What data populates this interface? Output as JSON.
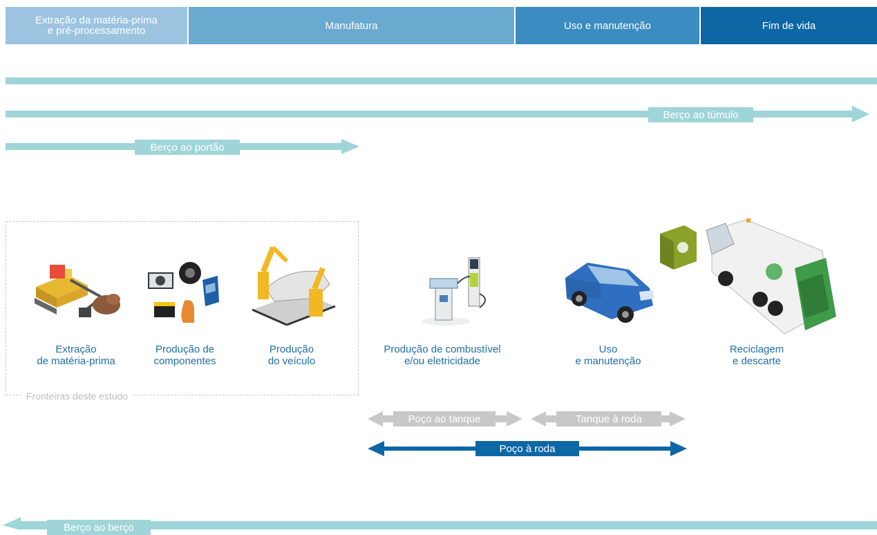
{
  "phases": [
    {
      "label_line1": "Extração da matéria-prima",
      "label_line2": "e pré-processamento",
      "color": "#9cc4e0"
    },
    {
      "label": "Manufatura",
      "color": "#6aa9d0"
    },
    {
      "label": "Uso e manutenção",
      "color": "#3b8cc1"
    },
    {
      "label": "Fim de vida",
      "color": "#0e67a5"
    }
  ],
  "arrows": {
    "cradle_to_grave": "Berço ao túmulo",
    "cradle_to_gate": "Berço ao portão",
    "well_to_tank": "Poço ao tanque",
    "tank_to_wheel": "Tanque à roda",
    "well_to_wheel": "Poço à roda",
    "cradle_to_cradle": "Berço ao berço"
  },
  "stages": [
    {
      "line1": "Extração",
      "line2": "de matéria-prima",
      "icon": "excavator-icon"
    },
    {
      "line1": "Produção de",
      "line2": "componentes",
      "icon": "components-icon"
    },
    {
      "line1": "Produção",
      "line2": "do veículo",
      "icon": "robot-assembly-icon"
    },
    {
      "line1": "Produção de combustível",
      "line2": "e/ou eletricidade",
      "icon": "charging-station-icon"
    },
    {
      "line1": "Uso",
      "line2": "e manutenção",
      "icon": "car-icon"
    },
    {
      "line1": "Reciclagem",
      "line2": "e descarte",
      "icon": "garbage-truck-icon"
    }
  ],
  "study_boundary": "Fronteiras deste estudo",
  "colors": {
    "teal": "#9fd5d9",
    "grey": "#c8c8c8",
    "blue": "#0e67a5",
    "label_blue": "#1f6fa8"
  }
}
